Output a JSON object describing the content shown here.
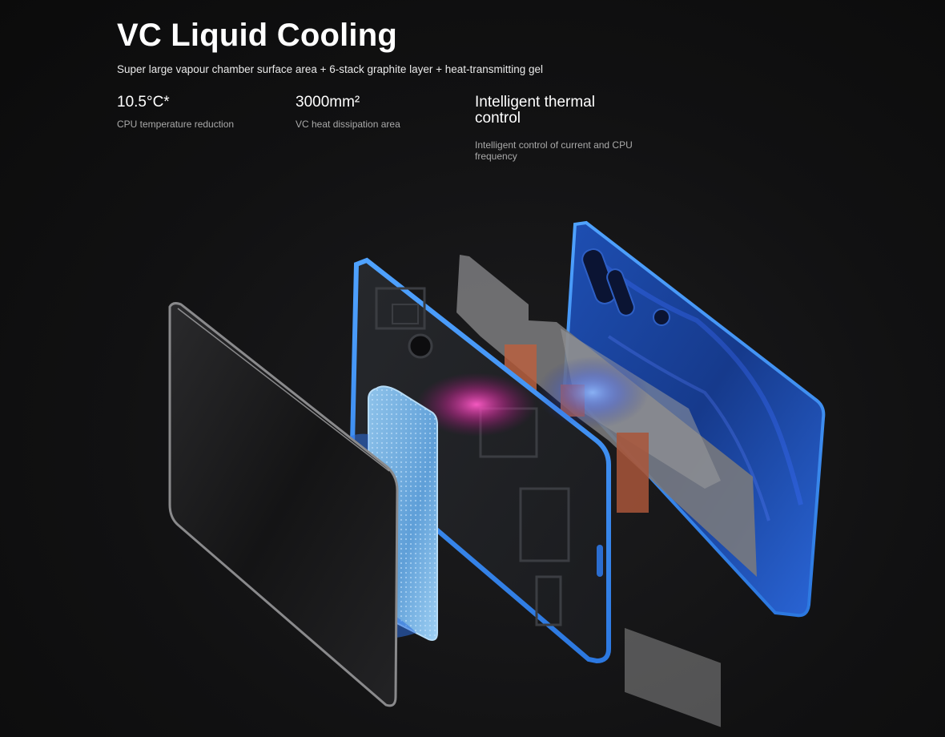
{
  "header": {
    "title": "VC Liquid Cooling",
    "subtitle": "Super large vapour chamber surface area + 6-stack graphite layer + heat-transmitting gel"
  },
  "specs": [
    {
      "value": "10.5°C*",
      "label": "CPU temperature reduction"
    },
    {
      "value": "3000mm²",
      "label": "VC heat dissipation area"
    },
    {
      "value": "Intelligent thermal control",
      "label": "Intelligent control of current and CPU frequency"
    }
  ],
  "colors": {
    "background": "#0e0e0e",
    "accent_blue": "#3a8df0",
    "heat_pink": "#ff3fb4",
    "copper": "#b8603f"
  },
  "illustration": {
    "layers": [
      {
        "icon": "display-panel-icon"
      },
      {
        "icon": "vapour-chamber-icon"
      },
      {
        "icon": "phone-frame-icon"
      },
      {
        "icon": "graphite-layer-icon"
      },
      {
        "icon": "back-cover-icon"
      }
    ]
  }
}
